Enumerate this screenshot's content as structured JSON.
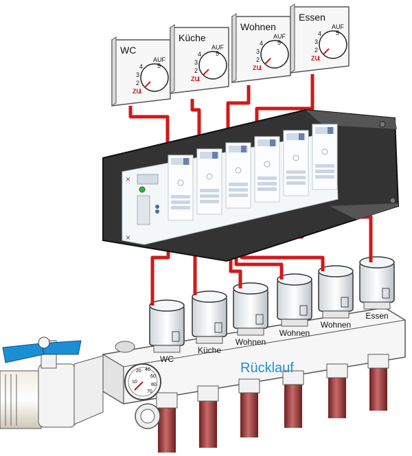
{
  "thermostats": [
    {
      "label": "WC"
    },
    {
      "label": "Küche"
    },
    {
      "label": "Wohnen"
    },
    {
      "label": "Essen"
    }
  ],
  "dial": {
    "open_label": "AUF",
    "close_label": "ZU",
    "scale_top": "5",
    "scale_values": [
      "4",
      "3",
      "2",
      "1"
    ]
  },
  "actuator_labels": [
    "WC",
    "Küche",
    "Wohnen",
    "Wohnen",
    "Wohnen",
    "Essen"
  ],
  "manifold": {
    "label": "Rücklauf"
  },
  "gauge": {
    "ticks": [
      "20",
      "40",
      "60",
      "80",
      "70",
      "10"
    ]
  },
  "colors": {
    "wire": "#d11919",
    "manifold_label": "#1f8fd1",
    "valve_handle": "#1a8fd6",
    "pipe": "#a93b3b",
    "control_box": "#333333"
  }
}
